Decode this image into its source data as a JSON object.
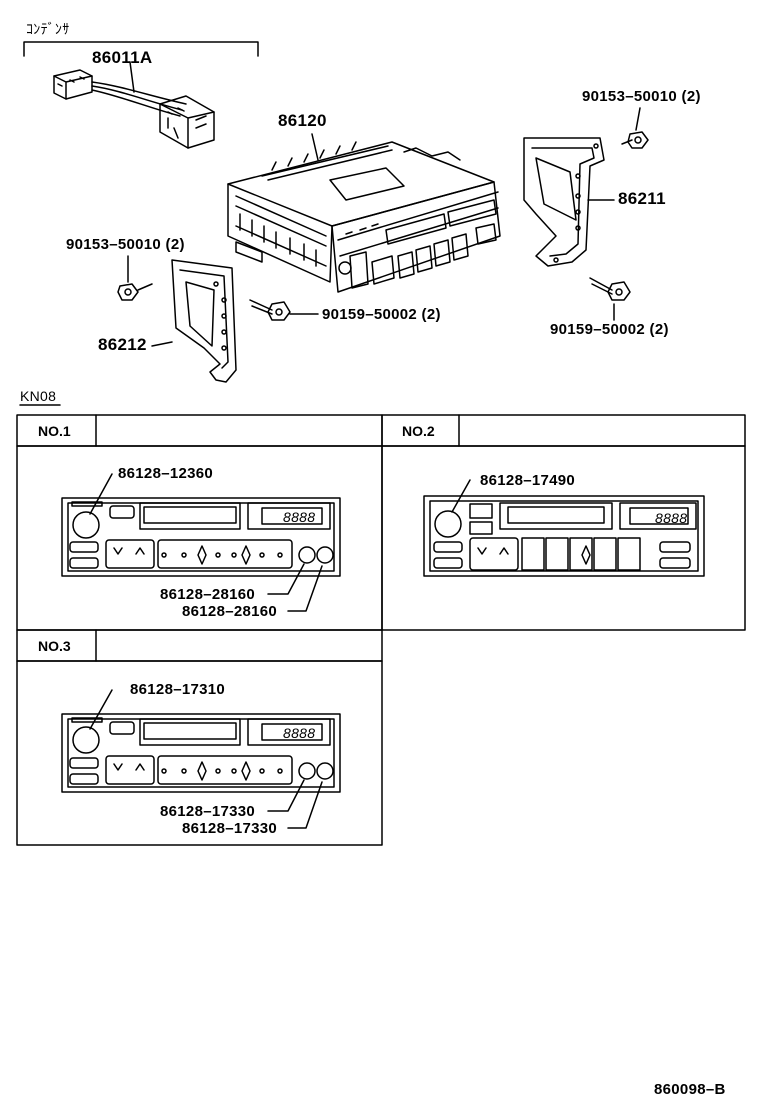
{
  "top": {
    "condenser_label": "ｺﾝﾃﾞﾝｻ",
    "harness_part": "86011A",
    "radio_part": "86120",
    "bolt_upper_right": "90153–50010 (2)",
    "bracket_right": "86211",
    "bolt_left": "90153–50010 (2)",
    "screw_mid": "90159–50002 (2)",
    "bracket_left": "86212",
    "screw_right": "90159–50002 (2)"
  },
  "section_code": "KN08",
  "panels": [
    {
      "header": "NO.1",
      "knob_part": "86128–12360",
      "btn_part_a": "86128–28160",
      "btn_part_b": "86128–28160",
      "display": "8888"
    },
    {
      "header": "NO.2",
      "knob_part": "86128–17490",
      "display": "8888"
    },
    {
      "header": "NO.3",
      "knob_part": "86128–17310",
      "btn_part_a": "86128–17330",
      "btn_part_b": "86128–17330",
      "display": "8888"
    }
  ],
  "diagram_code": "860098–B"
}
